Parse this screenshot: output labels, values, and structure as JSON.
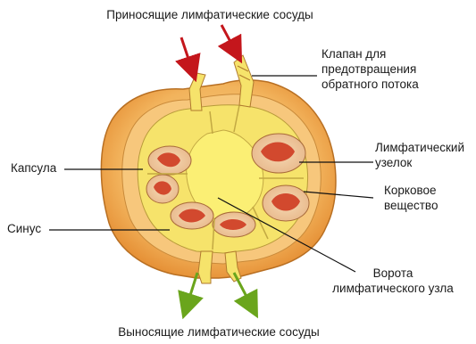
{
  "labels": {
    "afferent": "Приносящие лимфатические сосуды",
    "valve_line1": "Клапан для",
    "valve_line2": "предотвращения",
    "valve_line3": "обратного потока",
    "nodule_line1": "Лимфатический",
    "nodule_line2": "узелок",
    "capsule": "Капсула",
    "cortex_line1": "Корковое",
    "cortex_line2": "вещество",
    "sinus": "Синус",
    "hilum_line1": "Ворота",
    "hilum_line2": "лимфатического узла",
    "efferent": "Выносящие лимфатические сосуды"
  },
  "colors": {
    "capsule_outer": "#f0a646",
    "capsule_light": "#f7cf86",
    "sinus_yellow": "#f6e36b",
    "medulla_yellow": "#fbef74",
    "nodule_tissue": "#f1c89a",
    "nodule_red": "#d2492e",
    "afferent_arrow": "#c4161c",
    "efferent_arrow": "#6aa51c"
  }
}
